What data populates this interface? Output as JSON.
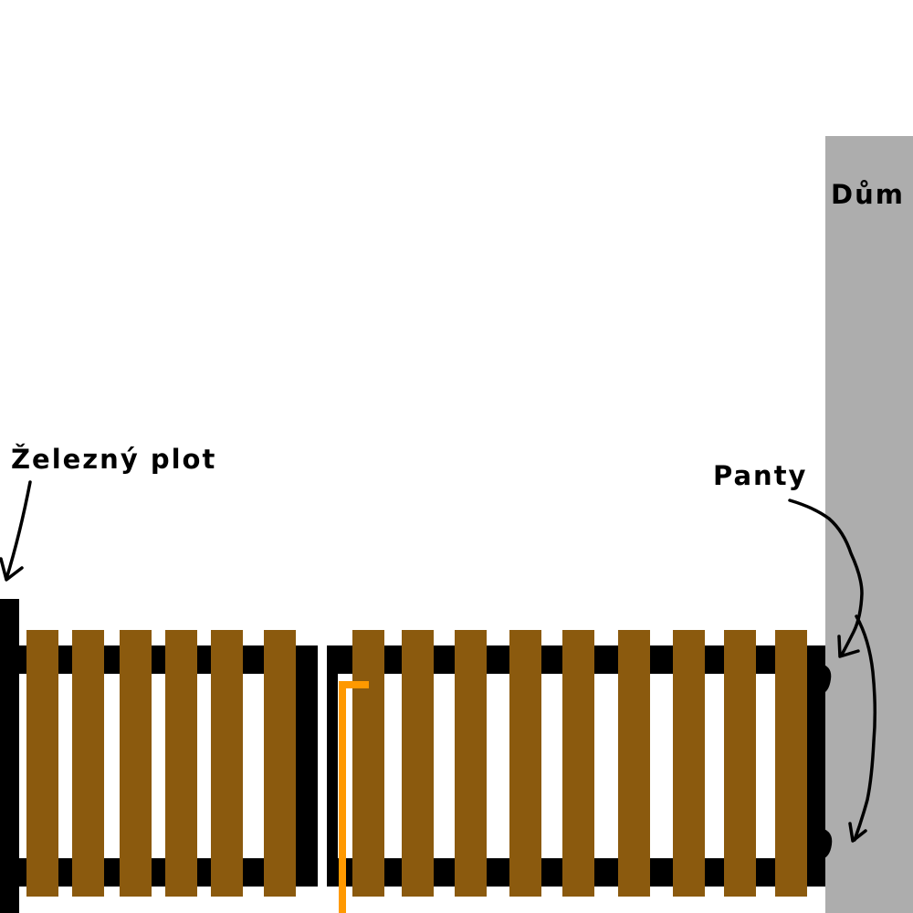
{
  "labels": {
    "house": "Dům",
    "iron_fence": "Železný plot",
    "hinges": "Panty"
  },
  "colors": {
    "background": "#ffffff",
    "house_wall": "#adadad",
    "wood_plank": "#8b5a0e",
    "iron": "#000000",
    "handle": "#ff9900",
    "arrow": "#000000"
  },
  "icons": {
    "house": "house-wall",
    "fence_post": "iron-fence-post",
    "hinge": "gate-hinge",
    "handle": "gate-handle-rod",
    "arrow": "hand-drawn-arrow"
  }
}
